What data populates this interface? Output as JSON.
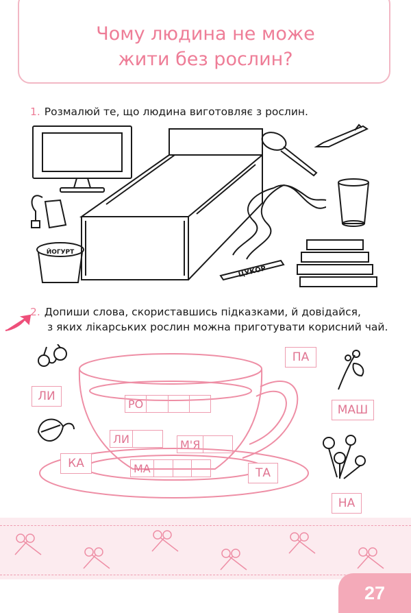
{
  "title": {
    "line1": "Чому людина не може",
    "line2": "жити без рослин?"
  },
  "task1": {
    "number": "1.",
    "text": "Розмалюй те, що людина виготовляє з рослин."
  },
  "task2": {
    "number": "2.",
    "line1": "Допиши слова, скориставшись підказками, й довідайся,",
    "line2": "з яких лікарських рослин можна приготувати корисний чай."
  },
  "objects": [
    "monitor-icon",
    "bed-icon",
    "spoon-icon",
    "pen-icon",
    "tea-bag-icon",
    "scarf-icon",
    "glass-icon",
    "yogurt-icon",
    "sugar-stick-icon",
    "books-icon"
  ],
  "yogurt_label": "ЙОГУРТ",
  "sugar_label": "ЦУКОР",
  "hints": {
    "pa": "ПА",
    "li_left": "ЛИ",
    "mash": "МАШ",
    "ka": "КА",
    "ta": "ТА",
    "na": "НА"
  },
  "word_slots": {
    "ro": "РО",
    "li": "ЛИ",
    "mya": "М'Я",
    "ma": "МА"
  },
  "page_number": "27",
  "colors": {
    "accent": "#ee7d97",
    "border": "#f2b7c4",
    "band": "#fcebef"
  }
}
